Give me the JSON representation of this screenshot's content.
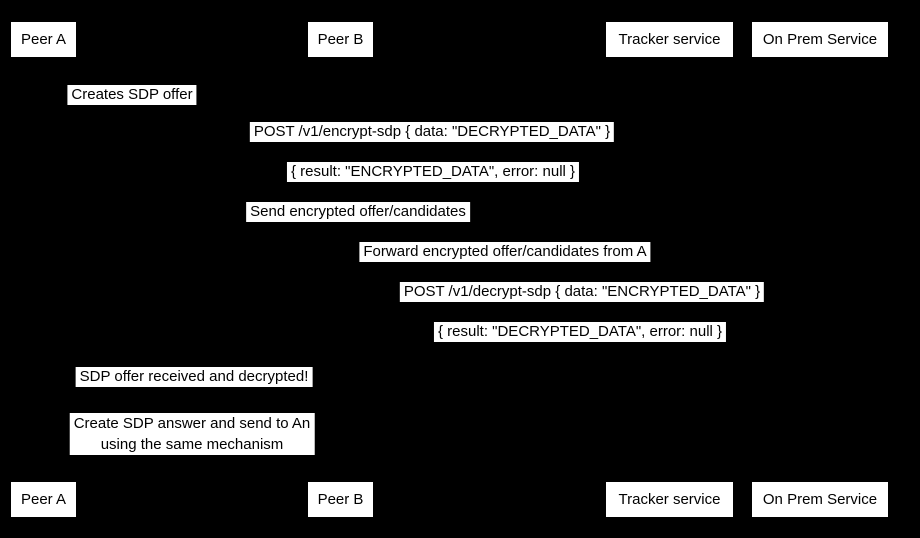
{
  "diagram": {
    "type": "sequence-diagram",
    "background_color": "#000000",
    "box_fill_color": "#ffffff",
    "text_color": "#000000",
    "actors": [
      {
        "label": "Peer A"
      },
      {
        "label": "Peer B"
      },
      {
        "label": "Tracker service"
      },
      {
        "label": "On Prem Service"
      }
    ],
    "messages": [
      {
        "text": "Creates SDP offer"
      },
      {
        "text": "POST /v1/encrypt-sdp { data: \"DECRYPTED_DATA\" }"
      },
      {
        "text": "{ result: \"ENCRYPTED_DATA\", error: null }"
      },
      {
        "text": "Send encrypted offer/candidates"
      },
      {
        "text": "Forward encrypted offer/candidates from A"
      },
      {
        "text": "POST /v1/decrypt-sdp { data: \"ENCRYPTED_DATA\" }"
      },
      {
        "text": "{ result: \"DECRYPTED_DATA\", error: null }"
      },
      {
        "text": "SDP offer received and decrypted!"
      },
      {
        "text": "Create SDP answer and send to An\nusing the same mechanism"
      }
    ]
  }
}
